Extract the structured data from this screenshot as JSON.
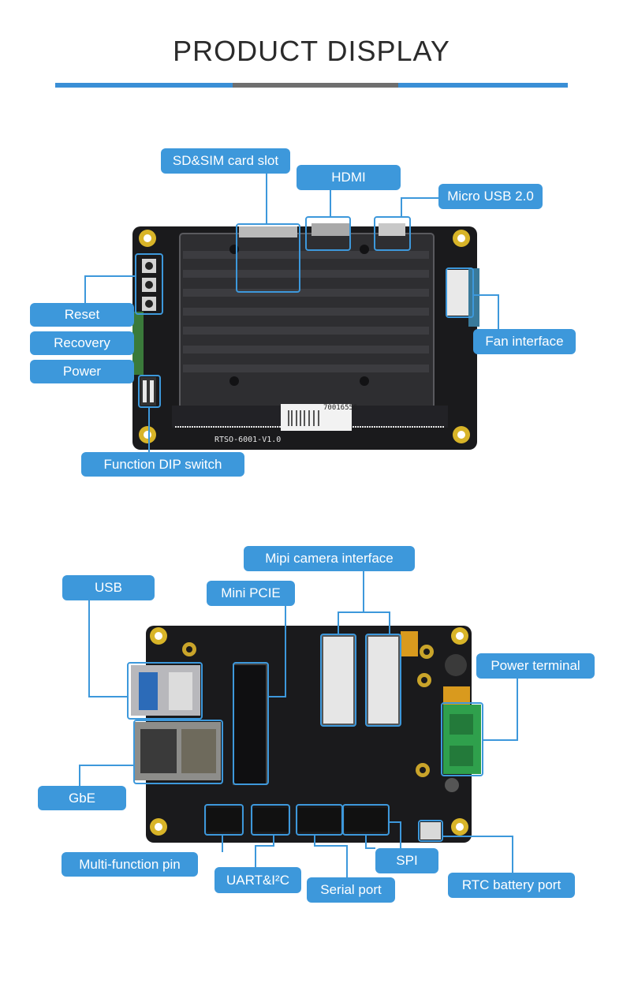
{
  "title": "PRODUCT DISPLAY",
  "colors": {
    "accent": "#3d98db",
    "board": "#1a1a1c",
    "heatsink": "#2a2a2d",
    "connector_green": "#2fa04c"
  },
  "top_board": {
    "silkscreen": "RTSO-6001-V1.0",
    "sticker": "70016556",
    "labels": {
      "sd_sim": "SD&SIM card slot",
      "hdmi": "HDMI",
      "micro_usb": "Micro USB 2.0",
      "reset": "Reset",
      "recovery": "Recovery",
      "power": "Power",
      "fan": "Fan interface",
      "dip": "Function DIP switch"
    }
  },
  "bottom_board": {
    "labels": {
      "mipi": "Mipi camera interface",
      "usb": "USB",
      "mini_pcie": "Mini PCIE",
      "power_terminal": "Power terminal",
      "gbe": "GbE",
      "multi_pin": "Multi-function pin",
      "uart": "UART&I²C",
      "serial": "Serial port",
      "spi": "SPI",
      "rtc": "RTC battery port"
    }
  }
}
